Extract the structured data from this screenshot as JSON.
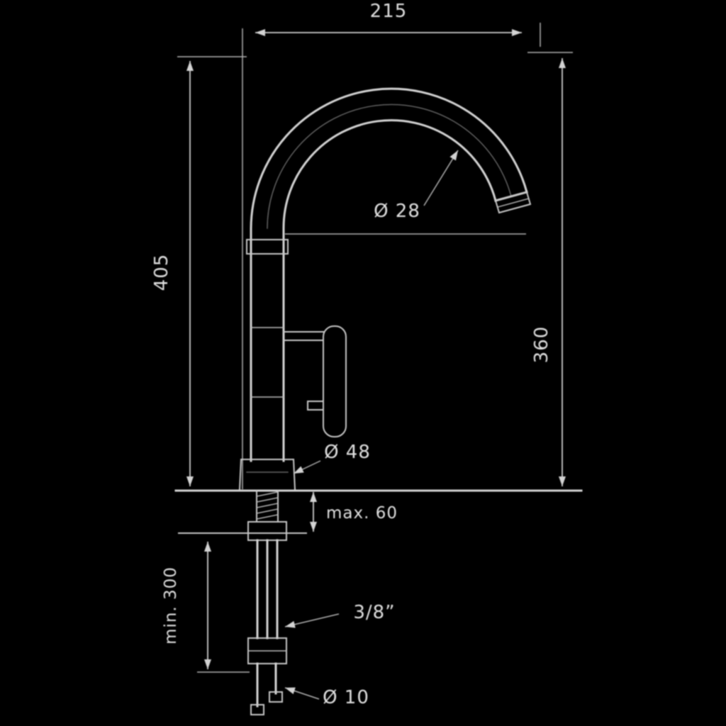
{
  "diagram": {
    "subject": "kitchen-faucet-dimensional-line-drawing",
    "colors": {
      "background": "#000000",
      "line": "#cfcfcf",
      "text": "#dcdcdc"
    }
  },
  "labels": {
    "top_width": "215",
    "overall_height": "405",
    "spout_height": "360",
    "spout_diameter": "Ø 28",
    "base_diameter": "Ø 48",
    "counter_thickness": "max. 60",
    "hose_connection": "3/8”",
    "under_counter": "min. 300",
    "stud": "Ø 10"
  }
}
